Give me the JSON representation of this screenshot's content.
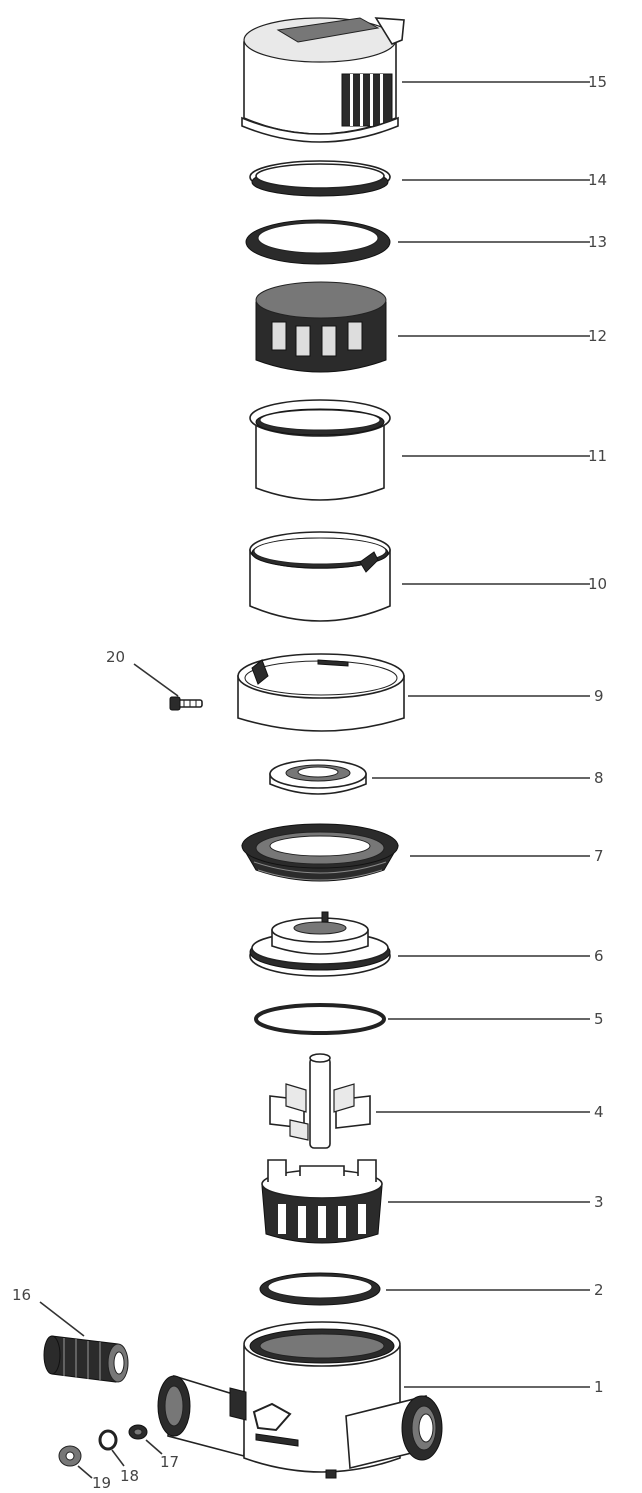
{
  "callouts": [
    {
      "id": "15",
      "text": "15"
    },
    {
      "id": "14",
      "text": "14"
    },
    {
      "id": "13",
      "text": "13"
    },
    {
      "id": "12",
      "text": "12"
    },
    {
      "id": "11",
      "text": "11"
    },
    {
      "id": "10",
      "text": "10"
    },
    {
      "id": "9",
      "text": "9"
    },
    {
      "id": "8",
      "text": "8"
    },
    {
      "id": "7",
      "text": "7"
    },
    {
      "id": "6",
      "text": "6"
    },
    {
      "id": "5",
      "text": "5"
    },
    {
      "id": "4",
      "text": "4"
    },
    {
      "id": "3",
      "text": "3"
    },
    {
      "id": "2",
      "text": "2"
    },
    {
      "id": "1",
      "text": "1"
    },
    {
      "id": "16",
      "text": "16"
    },
    {
      "id": "17",
      "text": "17"
    },
    {
      "id": "18",
      "text": "18"
    },
    {
      "id": "19",
      "text": "19"
    },
    {
      "id": "20",
      "text": "20"
    }
  ]
}
